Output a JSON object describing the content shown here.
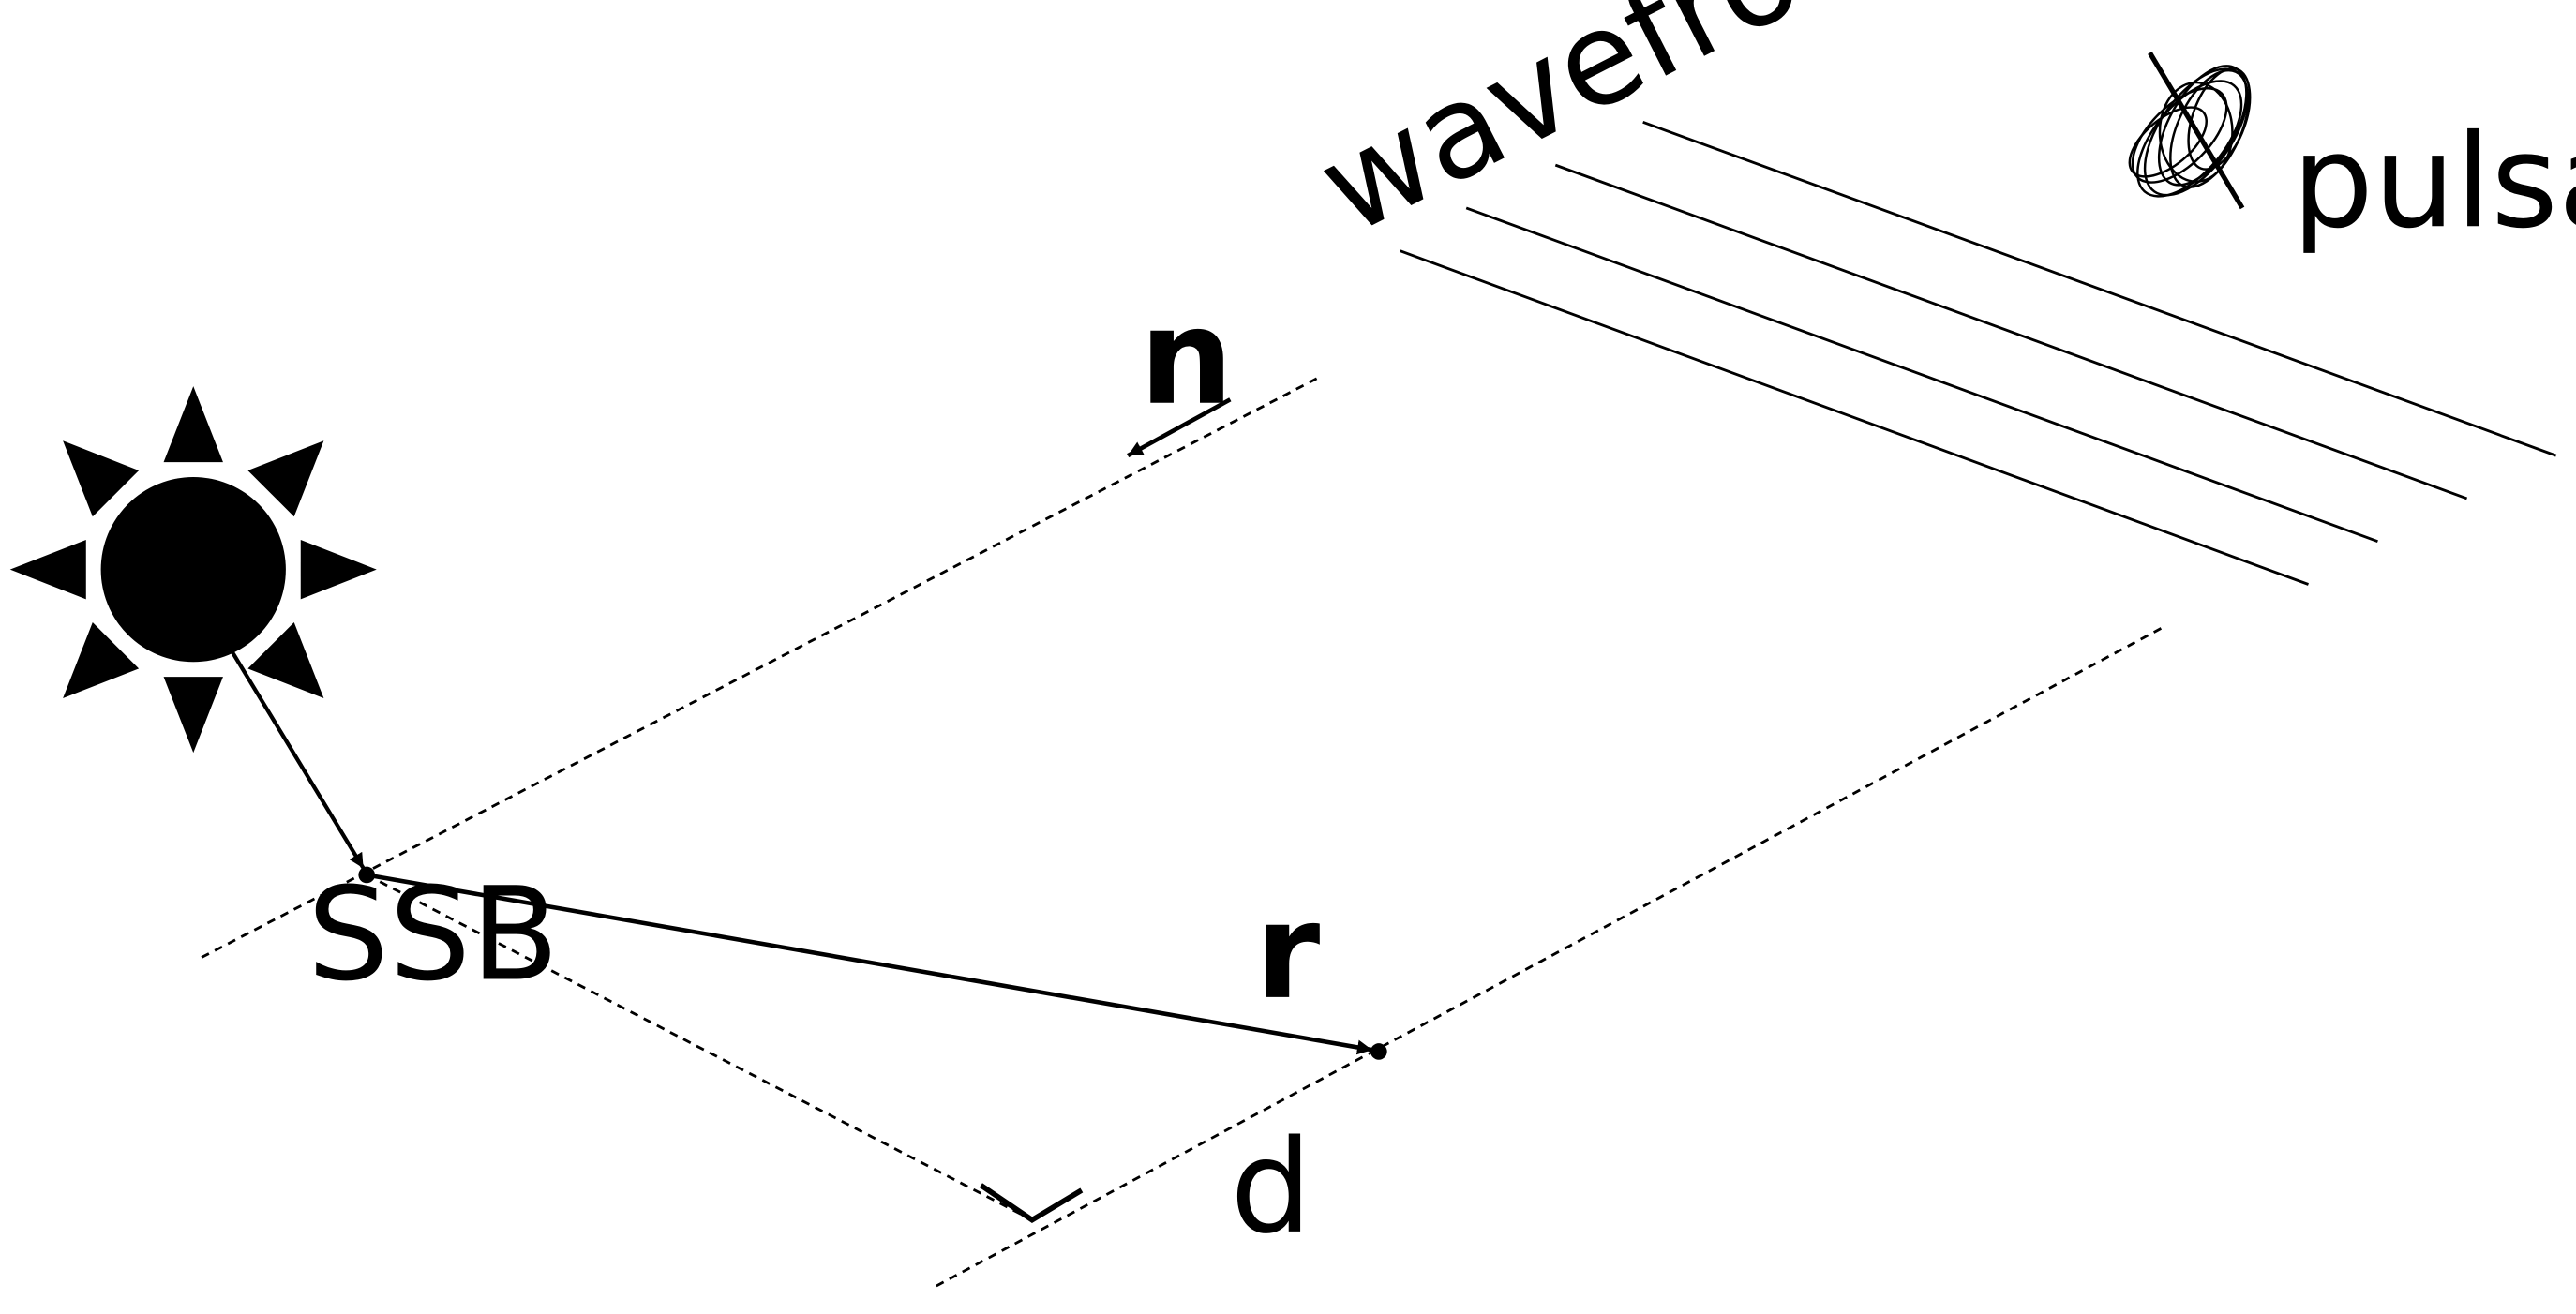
{
  "labels": {
    "wavefronts": "wavefronts",
    "pulsar": "pulsar",
    "n": "n",
    "ssb": "SSB",
    "r": "r",
    "d": "d"
  },
  "icons": {
    "sun": "sun-icon",
    "pulsar": "pulsar-icon"
  },
  "colors": {
    "ink": "#000000",
    "background": "#ffffff"
  }
}
